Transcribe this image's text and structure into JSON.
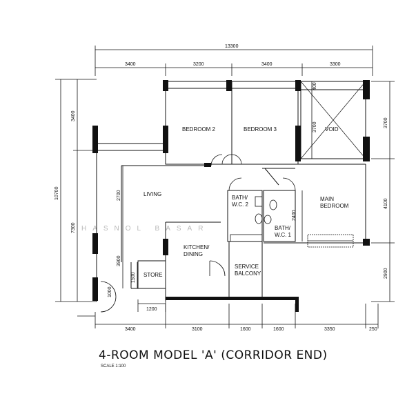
{
  "title": "4-ROOM MODEL 'A' (CORRIDOR END)",
  "scale": "SCALE 1:100",
  "watermark": "HASNOL BASAR",
  "dimensions": {
    "overall_width": "13300",
    "top": [
      "3400",
      "3200",
      "3400",
      "3300"
    ],
    "bottom": [
      "3400",
      "3100",
      "1600",
      "1600",
      "3350",
      "250"
    ],
    "left_total": "10700",
    "left": [
      "3400",
      "7300"
    ],
    "right": [
      "3700",
      "4100",
      "2900"
    ],
    "inner_living": "2700",
    "inner_kitchen": "3900",
    "inner_store": "1500",
    "inner_store_w": "1200",
    "inner_door": "1000",
    "inner_void": "3700",
    "inner_void_top": "400",
    "inner_bath": "2400"
  },
  "rooms": {
    "bedroom2": "BEDROOM 2",
    "bedroom3": "BEDROOM 3",
    "void": "VOID",
    "living": "LIVING",
    "bath2_line1": "BATH/",
    "bath2_line2": "W.C. 2",
    "bath1_line1": "BATH/",
    "bath1_line2": "W.C. 1",
    "main_line1": "MAIN",
    "main_line2": "BEDROOM",
    "kitchen_line1": "KITCHEN/",
    "kitchen_line2": "DINING",
    "store": "STORE",
    "service_line1": "SERVICE",
    "service_line2": "BALCONY"
  }
}
